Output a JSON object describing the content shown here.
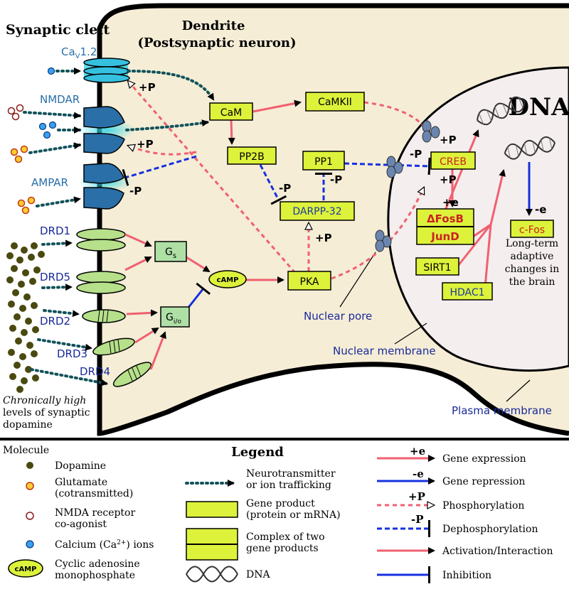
{
  "regions": {
    "synaptic_cleft": "Synaptic cleft",
    "dendrite_1": "Dendrite",
    "dendrite_2": "(Postsynaptic neuron)",
    "dna_title": "DNA",
    "nuclear_pore": "Nuclear pore",
    "nuclear_membrane": "Nuclear membrane",
    "plasma_membrane": "Plasma membrane",
    "dopamine_note_1": "Chronically high",
    "dopamine_note_2": "levels of synaptic",
    "dopamine_note_3": "dopamine",
    "adaptive_1": "Long-term",
    "adaptive_2": "adaptive",
    "adaptive_3": "changes in",
    "adaptive_4": "the brain"
  },
  "receptors": {
    "cav_prefix": "Ca",
    "cav_sub": "V",
    "cav_suffix": "1.2",
    "nmdar": "NMDAR",
    "ampar": "AMPAR",
    "drd1": "DRD1",
    "drd5": "DRD5",
    "drd2": "DRD2",
    "drd3": "DRD3",
    "drd4": "DRD4"
  },
  "nodes": {
    "cam": "CaM",
    "camkii": "CaMKII",
    "pp2b": "PP2B",
    "pp1": "PP1",
    "darpp32": "DARPP-32",
    "pka": "PKA",
    "gs": "G",
    "gs_sub": "s",
    "gio": "G",
    "gio_sub": "i/o",
    "camp": "cAMP",
    "creb": "CREB",
    "dfosb": "ΔFosB",
    "jund": "JunD",
    "sirt1": "SIRT1",
    "hdac1": "HDAC1",
    "cfos": "c-Fos"
  },
  "marks": {
    "plus_p": "+P",
    "minus_p": "-P",
    "plus_e": "+e",
    "minus_e": "-e"
  },
  "legend": {
    "title": "Legend",
    "molecule_header": "Molecule",
    "dopamine": "Dopamine",
    "glutamate_1": "Glutamate",
    "glutamate_2": "(cotransmitted)",
    "nmda_1": "NMDA receptor",
    "nmda_2": "co-agonist",
    "calcium_1": "Calcium (Ca",
    "calcium_sup": "2+",
    "calcium_2": ") ions",
    "camp_1": "Cyclic adenosine",
    "camp_2": "monophosphate",
    "nt_1": "Neurotransmitter",
    "nt_2": "or ion trafficking",
    "gp_1": "Gene product",
    "gp_2": "(protein or mRNA)",
    "cx_1": "Complex of two",
    "cx_2": "gene products",
    "dna": "DNA",
    "expr": "Gene expression",
    "repr": "Gene repression",
    "phos": "Phosphorylation",
    "dephos": "Dephosphorylation",
    "act": "Activation/Interaction",
    "inhib": "Inhibition"
  },
  "colors": {
    "cell_fill": "#f5edd6",
    "nucleus_fill": "#f5eeee",
    "node_fill": "#ddf23a",
    "g_fill": "#aee0a6",
    "receptor_blue": "#2a6fa8",
    "channel_cyan": "#36d6e6",
    "drd_green": "#b6e08a",
    "red_arrow": "#f06070",
    "blue_line": "#1530e0",
    "teal_dots": "#11525a",
    "label_blue": "#1a2a9a",
    "dopamine": "#4a4a10",
    "creb_text": "#cc2222"
  }
}
